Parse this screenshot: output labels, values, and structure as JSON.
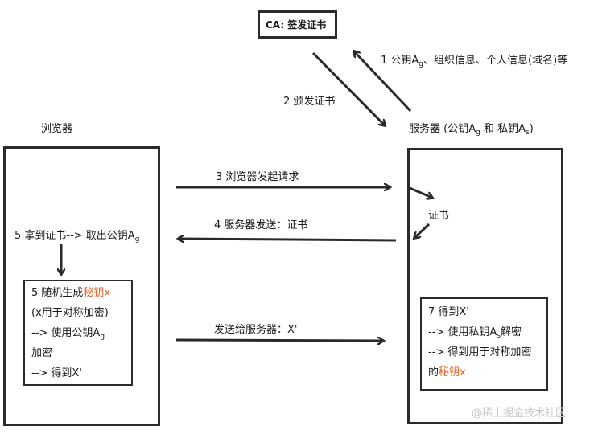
{
  "ca": {
    "label": "CA: 签发证书"
  },
  "edges": {
    "server_to_ca": {
      "pre": "1 公钥A",
      "sub": "g",
      "post": "、组织信息、个人信息(域名)等"
    },
    "ca_to_server": "2 颁发证书",
    "request": "3 浏览器发起请求",
    "send_cert": "4 服务器发送：证书",
    "send_x": "发送给服务器：X'"
  },
  "browser": {
    "title": "浏览器",
    "step5_get": {
      "pre": "5 拿到证书--> 取出公钥A",
      "sub": "g"
    },
    "inner": {
      "line1_pre": "5 随机生成",
      "line1_hl": "秘钥x",
      "line2": "(x用于对称加密)",
      "line3_pre": "--> 使用公钥A",
      "line3_sub": "g",
      "line4": "加密",
      "line5": "--> 得到X'"
    }
  },
  "server": {
    "title_pre": "服务器 (公钥A",
    "title_sub1": "g",
    "title_mid": " 和 私钥A",
    "title_sub2": "s",
    "title_post": ")",
    "cert_label": "证书",
    "inner": {
      "line1": "7 得到X'",
      "line2_pre": "--> 使用私钥A",
      "line2_sub": "s",
      "line2_post": "解密",
      "line3": "--> 得到用于对称加密",
      "line4_pre": "的",
      "line4_hl": "秘钥x"
    }
  },
  "watermark": "@稀土掘金技术社区",
  "colors": {
    "stroke": "#2b2b2b",
    "highlight": "#e0622a"
  }
}
